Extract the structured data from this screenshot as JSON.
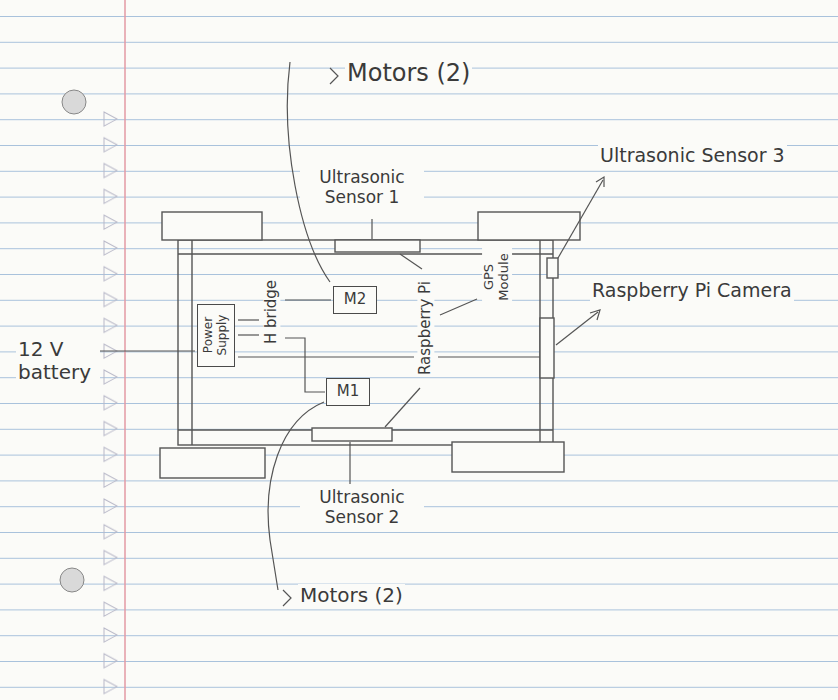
{
  "diagram": {
    "nodes": [
      {
        "text": [
          "Power Supply"
        ]
      },
      {
        "text": [
          "M2"
        ]
      },
      {
        "text": [
          "M1"
        ]
      }
    ],
    "labels": [
      "Motors (2)",
      "Ultrasonic Sensor 1",
      "Ultrasonic Sensor 3",
      "H bridge",
      "Raspberry Pi",
      "GPS Module",
      "Raspberry Pi Camera",
      "12 V battery",
      "Ultrasonic Sensor 2",
      "Motors (2)"
    ]
  }
}
